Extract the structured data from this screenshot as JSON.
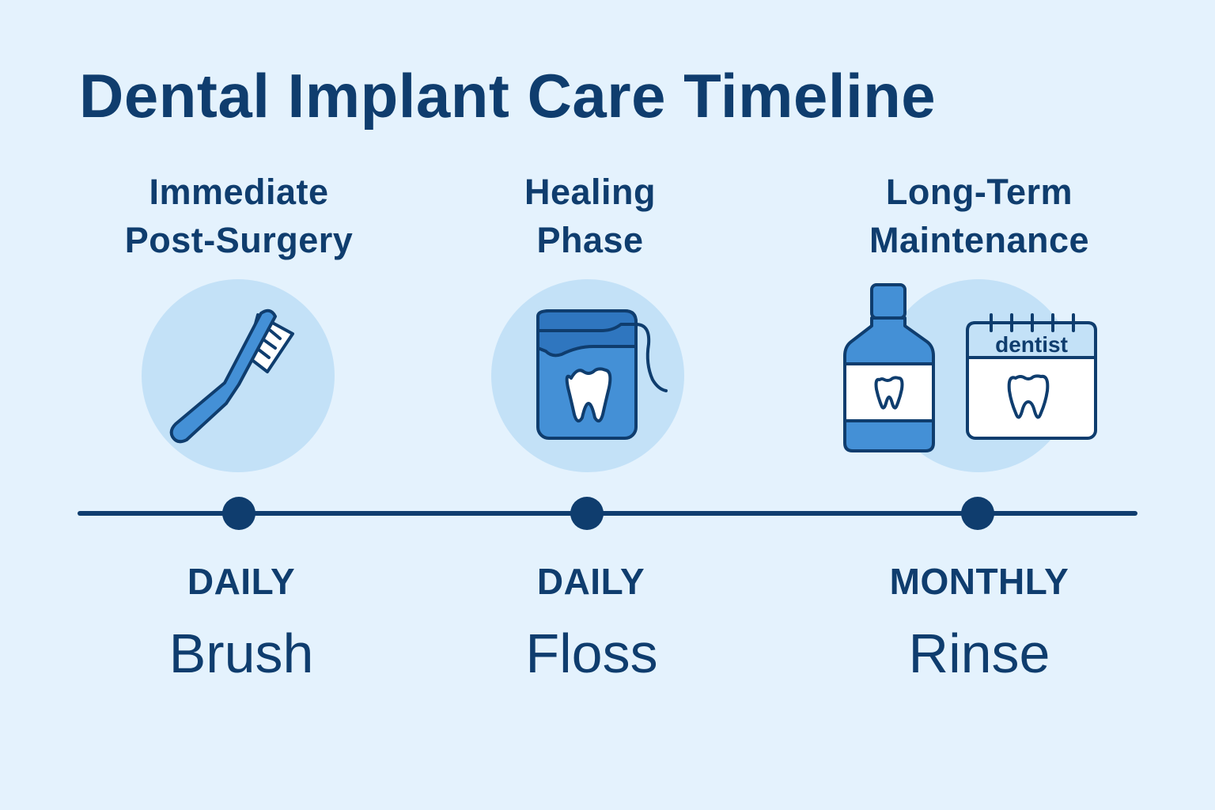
{
  "title": "Dental Implant Care Timeline",
  "colors": {
    "background": "#e4f2fd",
    "primary_dark": "#0f3d6e",
    "icon_blue": "#4490d6",
    "circle_light": "#c3e1f7",
    "white": "#ffffff"
  },
  "stages": [
    {
      "title_line1": "Immediate",
      "title_line2": "Post-Surgery",
      "icon": "toothbrush-icon",
      "frequency": "DAILY",
      "action": "Brush"
    },
    {
      "title_line1": "Healing",
      "title_line2": "Phase",
      "icon": "floss-container-icon",
      "frequency": "DAILY",
      "action": "Floss"
    },
    {
      "title_line1": "Long-Term",
      "title_line2": "Maintenance",
      "icon": "mouthwash-and-calendar-icon",
      "calendar_label": "dentist",
      "frequency": "MONTHLY",
      "action": "Rinse"
    }
  ]
}
